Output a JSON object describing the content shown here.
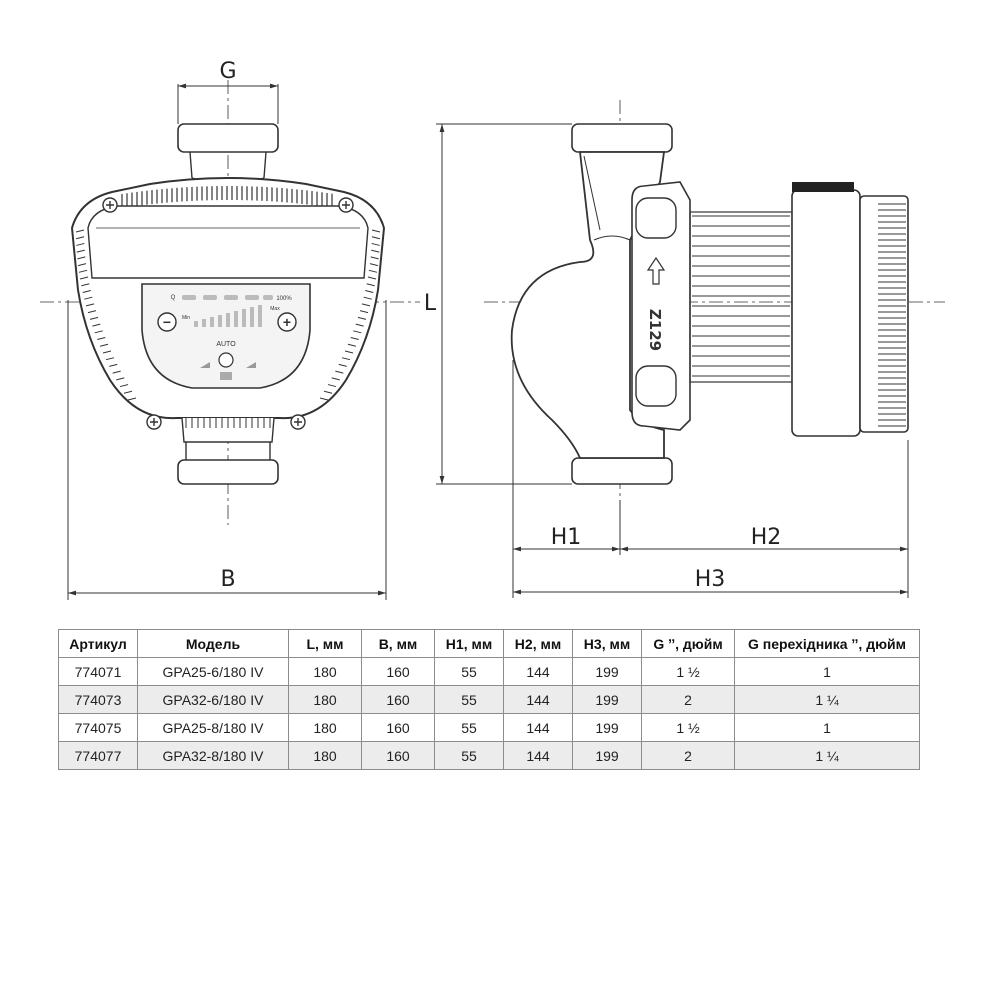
{
  "drawing": {
    "dimensions": {
      "G": "G",
      "B": "B",
      "L": "L",
      "H1": "H1",
      "H2": "H2",
      "H3": "H3"
    },
    "panel": {
      "q": "Q",
      "percent": "100%",
      "min": "Min",
      "max": "Max",
      "auto": "AUTO",
      "minus": "−",
      "plus": "+"
    },
    "motor_mark": "Z129"
  },
  "table": {
    "headers": [
      "Артикул",
      "Модель",
      "L, мм",
      "B, мм",
      "H1, мм",
      "H2, мм",
      "H3, мм",
      "G ˮ, дюйм",
      "G перехідника ˮ, дюйм"
    ],
    "rows": [
      [
        "774071",
        "GPA25-6/180 IV",
        "180",
        "160",
        "55",
        "144",
        "199",
        "1 ½",
        "1"
      ],
      [
        "774073",
        "GPA32-6/180 IV",
        "180",
        "160",
        "55",
        "144",
        "199",
        "2",
        "1 ¼"
      ],
      [
        "774075",
        "GPA25-8/180 IV",
        "180",
        "160",
        "55",
        "144",
        "199",
        "1 ½",
        "1"
      ],
      [
        "774077",
        "GPA32-8/180 IV",
        "180",
        "160",
        "55",
        "144",
        "199",
        "2",
        "1 ¼"
      ]
    ]
  }
}
